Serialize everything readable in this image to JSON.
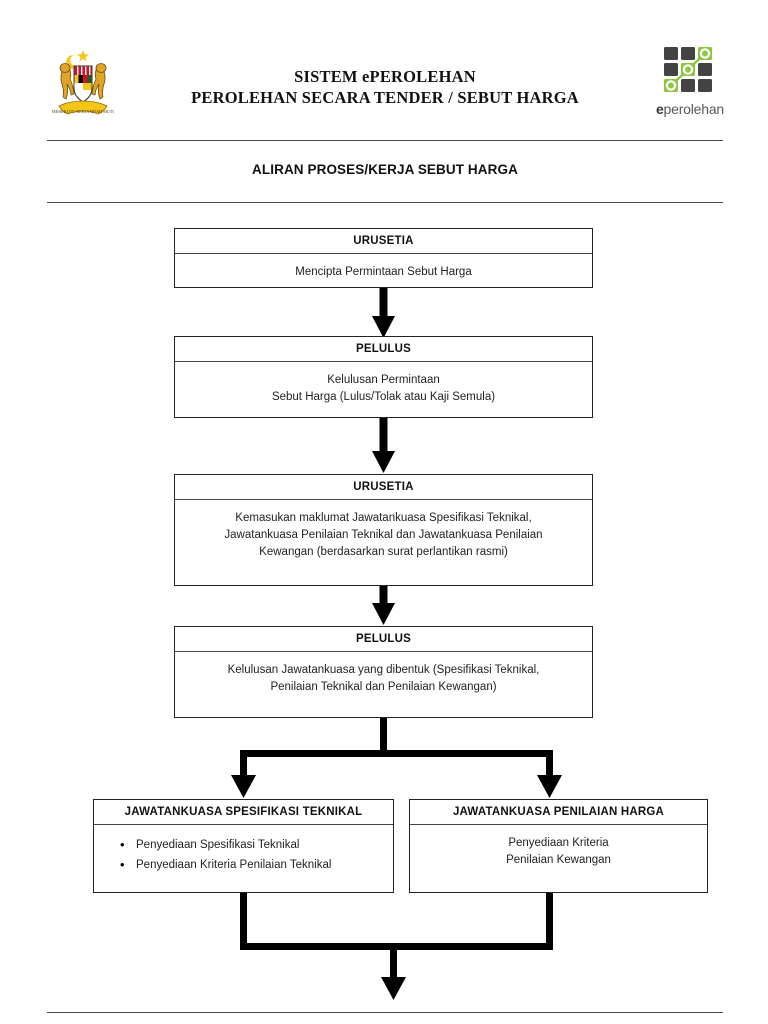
{
  "header": {
    "crest_icon": "malaysia-coat-of-arms-icon",
    "title_line_1": "SISTEM ePEROLEHAN",
    "title_line_2": "PEROLEHAN SECARA TENDER / SEBUT HARGA",
    "brand_icon": "eperolehan-logo-icon",
    "brand_wordmark_bold": "e",
    "brand_wordmark_rest": "perolehan",
    "brand_green": "#8DC63F",
    "brand_gray": "#58595B"
  },
  "section": {
    "heading": "ALIRAN PROSES/KERJA SEBUT HARGA"
  },
  "flow": {
    "nodes": [
      {
        "id": "node-1",
        "header": "URUSETIA",
        "body_lines": [
          "Mencipta Permintaan Sebut Harga"
        ]
      },
      {
        "id": "node-2",
        "header": "PELULUS",
        "body_lines": [
          "Kelulusan Permintaan",
          "Sebut Harga (Lulus/Tolak atau Kaji Semula)"
        ]
      },
      {
        "id": "node-3",
        "header": "URUSETIA",
        "body_lines": [
          "Kemasukan maklumat Jawatankuasa Spesifikasi Teknikal,",
          "Jawatankuasa Penilaian Teknikal dan Jawatankuasa Penilaian",
          "Kewangan (berdasarkan surat perlantikan rasmi)"
        ]
      },
      {
        "id": "node-4",
        "header": "PELULUS",
        "body_lines": [
          "Kelulusan Jawatankuasa yang dibentuk (Spesifikasi Teknikal,",
          "Penilaian Teknikal dan Penilaian Kewangan)"
        ]
      },
      {
        "id": "node-5-left",
        "header": "JAWATANKUASA SPESIFIKASI TEKNIKAL",
        "bullets": [
          "Penyediaan Spesifikasi Teknikal",
          "Penyediaan Kriteria Penilaian Teknikal"
        ]
      },
      {
        "id": "node-5-right",
        "header": "JAWATANKUASA PENILAIAN HARGA",
        "body_lines": [
          "Penyediaan Kriteria",
          "Penilaian Kewangan"
        ]
      }
    ],
    "connector_color": "#000000"
  }
}
